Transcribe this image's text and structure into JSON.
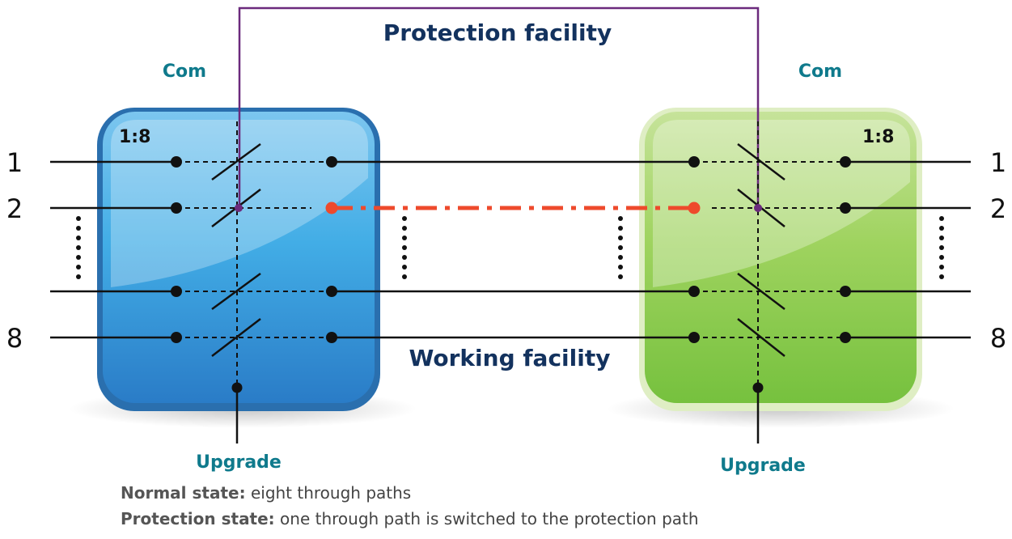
{
  "titles": {
    "protection": "Protection facility",
    "working": "Working facility"
  },
  "left_unit": {
    "com_label": "Com",
    "ratio": "1:8",
    "upgrade_label": "Upgrade",
    "channel_labels": [
      "1",
      "2",
      "8"
    ]
  },
  "right_unit": {
    "com_label": "Com",
    "ratio": "1:8",
    "upgrade_label": "Upgrade",
    "channel_labels": [
      "1",
      "2",
      "8"
    ]
  },
  "legend": {
    "normal_label": "Normal state:",
    "normal_text": " eight through paths",
    "protection_label": "Protection state:",
    "protection_text": " one through path is switched to the protection path"
  },
  "colors": {
    "title": "#13325e",
    "com_label": "#0f7a8c",
    "protection_line": "#6b2a7d",
    "switched_path": "#ee4a2c",
    "left_unit": "#2a8fd4",
    "right_unit": "#8ccb46"
  }
}
